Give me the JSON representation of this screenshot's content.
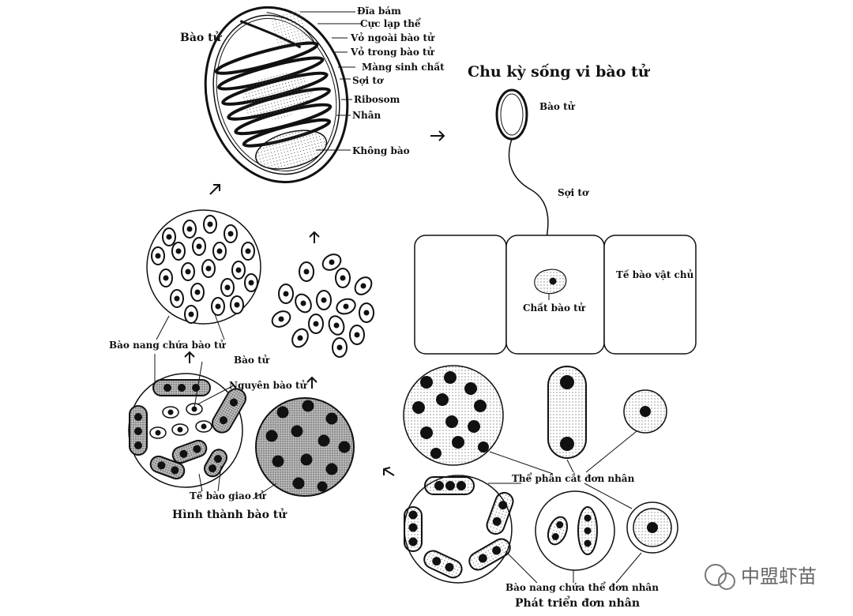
{
  "diagram": {
    "title": "Chu kỳ sống vi bào tử",
    "spore_heading": "Bào tử",
    "spore_parts": [
      "Đĩa bám",
      "Cực lạp thể",
      "Vỏ ngoài bào tử",
      "Vỏ trong bào tử",
      "Màng sinh chất",
      "Sợi tơ",
      "Ribosom",
      "Nhân",
      "Không bào"
    ],
    "infection_spore": "Bào tử",
    "polar_tube": "Sợi tơ",
    "host_cell": "Tế bào vật chủ",
    "sporoplasm": "Chất bào tử",
    "merogony_label": "Thể phân cắt đơn nhân",
    "meront_sporophorous": "Bào nang chứa thể đơn nhân",
    "merogony_stage": "Phát triển đơn nhân",
    "sporogony_stage": "Hình thành bào tử",
    "sporont": "Tế bào giao tử",
    "sporoblast": "Nguyên bào tử",
    "spore_label": "Bào tử",
    "pansporoblast": "Bào nang chứa bào tử",
    "watermark": "中盟虾苗"
  }
}
